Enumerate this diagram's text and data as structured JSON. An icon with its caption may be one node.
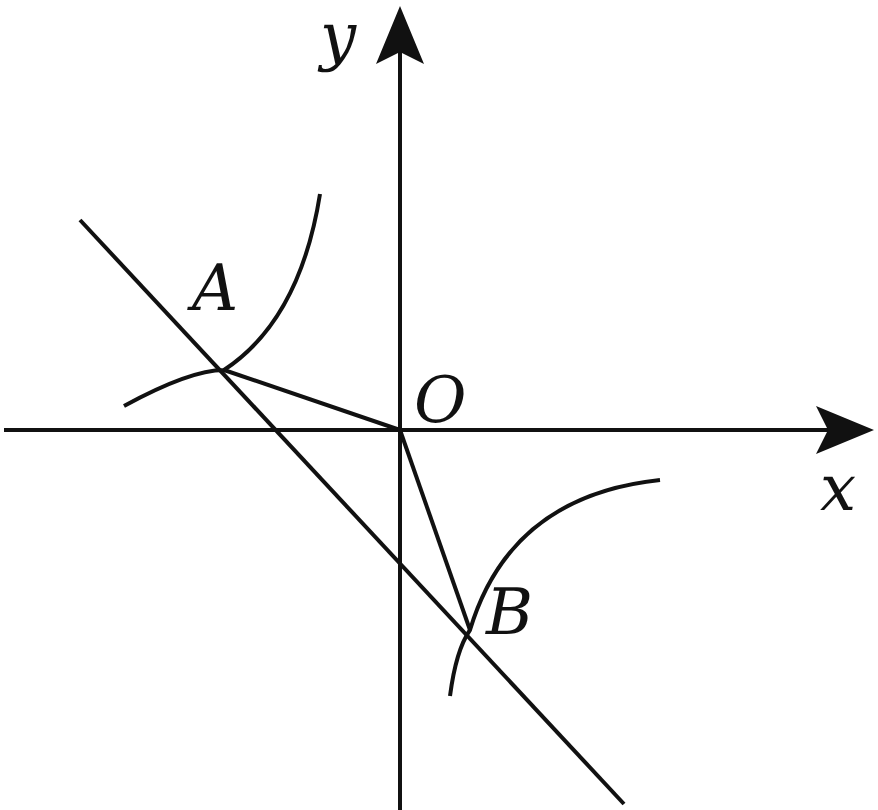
{
  "diagram": {
    "labels": [
      "y",
      "A",
      "O",
      "x",
      "B"
    ]
  }
}
